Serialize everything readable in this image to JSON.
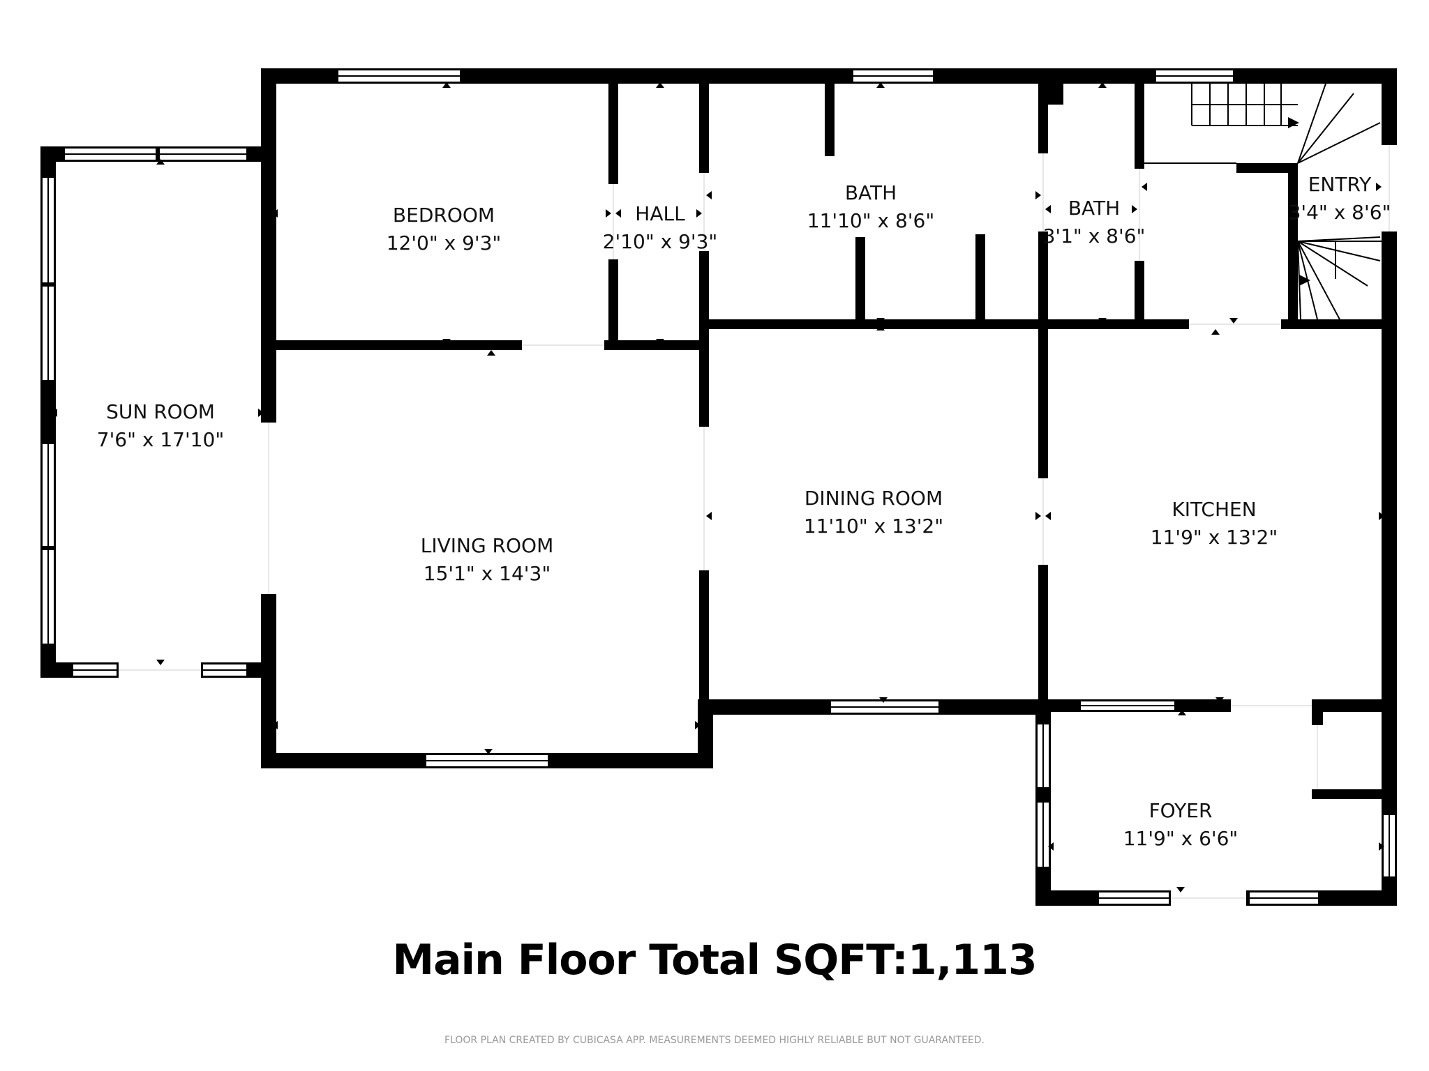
{
  "rooms": {
    "sun_room": {
      "name": "SUN ROOM",
      "dims": "7'6\" x 17'10\""
    },
    "bedroom": {
      "name": "BEDROOM",
      "dims": "12'0\" x 9'3\""
    },
    "hall": {
      "name": "HALL",
      "dims": "2'10\" x 9'3\""
    },
    "bath_main": {
      "name": "BATH",
      "dims": "11'10\" x 8'6\""
    },
    "bath_small": {
      "name": "BATH",
      "dims": "3'1\" x 8'6\""
    },
    "entry": {
      "name": "ENTRY",
      "dims": "3'4\" x 8'6\""
    },
    "living_room": {
      "name": "LIVING ROOM",
      "dims": "15'1\" x 14'3\""
    },
    "dining_room": {
      "name": "DINING ROOM",
      "dims": "11'10\" x 13'2\""
    },
    "kitchen": {
      "name": "KITCHEN",
      "dims": "11'9\" x 13'2\""
    },
    "foyer": {
      "name": "FOYER",
      "dims": "11'9\" x 6'6\""
    }
  },
  "total_label": "Main Floor Total SQFT:1,113",
  "disclaimer": "FLOOR PLAN CREATED BY CUBICASA APP. MEASUREMENTS DEEMED HIGHLY RELIABLE BUT NOT GUARANTEED.",
  "colors": {
    "wall": "#000000",
    "background": "#ffffff"
  }
}
